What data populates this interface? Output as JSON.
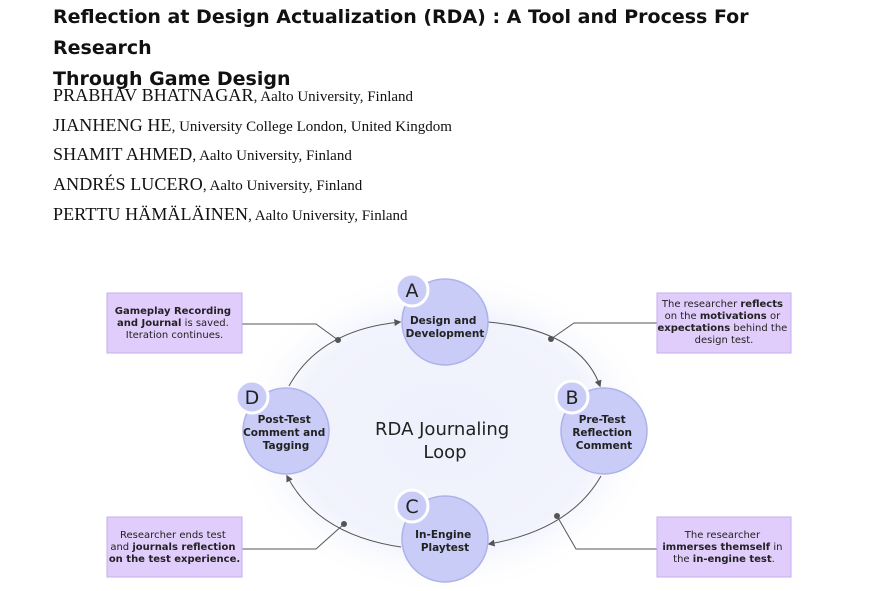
{
  "paper": {
    "title_line1": "Reflection at Design Actualization (RDA) : A Tool and Process For Research",
    "title_line2": "Through Game Design",
    "authors": [
      {
        "name": "PRABHAV BHATNAGAR",
        "affiliation": ", Aalto University, Finland"
      },
      {
        "name": "JIANHENG HE",
        "affiliation": ", University College London, United Kingdom"
      },
      {
        "name": "SHAMIT AHMED",
        "affiliation": ", Aalto University, Finland"
      },
      {
        "name": "ANDRÉS LUCERO",
        "affiliation": ", Aalto University, Finland"
      },
      {
        "name": "PERTTU HÄMÄLÄINEN",
        "affiliation": ", Aalto University, Finland"
      }
    ]
  },
  "figure": {
    "center_title_line1": "RDA Journaling",
    "center_title_line2": "Loop",
    "colors": {
      "node_fill": "#c9ccf6",
      "node_stroke": "#aeb2ea",
      "box_fill": "#e1cdfb",
      "box_stroke": "#c6acef",
      "glow": "#eef0fc",
      "arrow": "#555555"
    },
    "nodes": [
      {
        "letter": "A",
        "line1": "Design and",
        "line2": "Development",
        "line3": ""
      },
      {
        "letter": "B",
        "line1": "Pre-Test",
        "line2": "Reflection",
        "line3": "Comment"
      },
      {
        "letter": "C",
        "line1": "In-Engine",
        "line2": "Playtest",
        "line3": ""
      },
      {
        "letter": "D",
        "line1": "Post-Test",
        "line2": "Comment and",
        "line3": "Tagging"
      }
    ],
    "notes": {
      "top_left": {
        "l1_bold": "Gameplay Recording",
        "l2_bold": "and Journal",
        "l2_rest": " is saved.",
        "l3": "Iteration continues."
      },
      "top_right": {
        "l1_pre": "The researcher ",
        "l1_bold": "reflects",
        "l2_pre": "on the ",
        "l2_bold": "motivations",
        "l2_post": " or",
        "l3_bold": "expectations",
        "l3_post": " behind the",
        "l4": "design test."
      },
      "bottom_left": {
        "l1": "Researcher ends test",
        "l2_pre": "and ",
        "l2_bold": "journals reflection",
        "l3_bold": "on the test experience."
      },
      "bottom_right": {
        "l1": "The researcher",
        "l2_bold": "immerses themself",
        "l2_post": " in",
        "l3_pre": "the ",
        "l3_bold": "in-engine test",
        "l3_post": "."
      }
    }
  }
}
